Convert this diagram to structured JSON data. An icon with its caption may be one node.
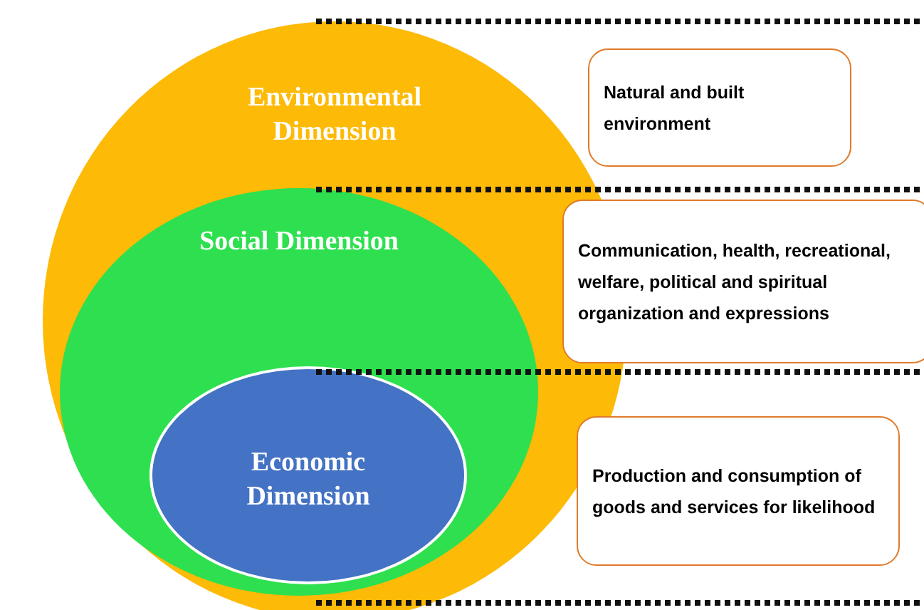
{
  "diagram": {
    "nodes": [
      {
        "text": [
          "Environmental Dimension"
        ]
      },
      {
        "text": [
          "Social Dimension"
        ],
        "in": 0
      },
      {
        "text": [
          "Economic Dimension"
        ],
        "in": 1
      },
      {
        "text": [
          "Natural and built environment"
        ]
      },
      {
        "text": [
          "Communication, health, recreational, welfare, political and spiritual organization and expressions"
        ]
      },
      {
        "text": [
          "Production and consumption of goods and services for likelihood"
        ]
      }
    ],
    "edges": []
  }
}
